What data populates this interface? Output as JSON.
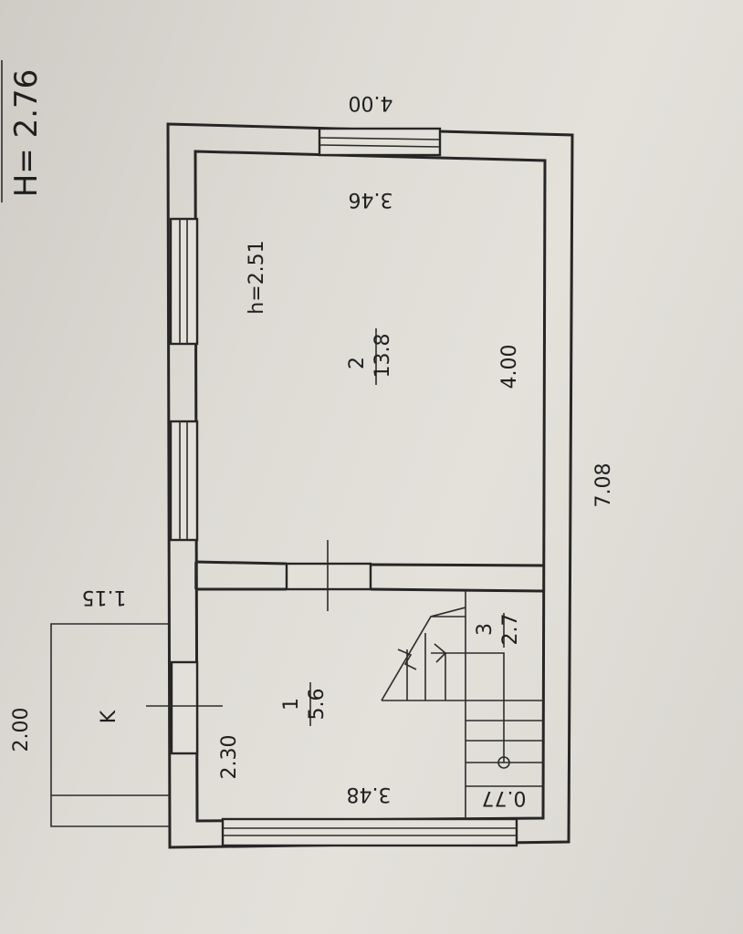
{
  "drawing": {
    "height_label": "H= 2.76",
    "room_height_label": "h=2.51",
    "dims": {
      "top_outer": "4.00",
      "top_inner": "3.46",
      "right_inner": "4.00",
      "right_outer": "7.08",
      "bottom_inner": "3.48",
      "left_lower": "2.30",
      "stair_width": "0.77",
      "porch_width": "1.15",
      "porch_length": "2.00"
    },
    "rooms": {
      "room1": {
        "number": "1",
        "area": "5.6"
      },
      "room2": {
        "number": "2",
        "area": "13.8"
      },
      "room3": {
        "number": "3",
        "area": "2.7"
      }
    },
    "porch_label": "K"
  }
}
